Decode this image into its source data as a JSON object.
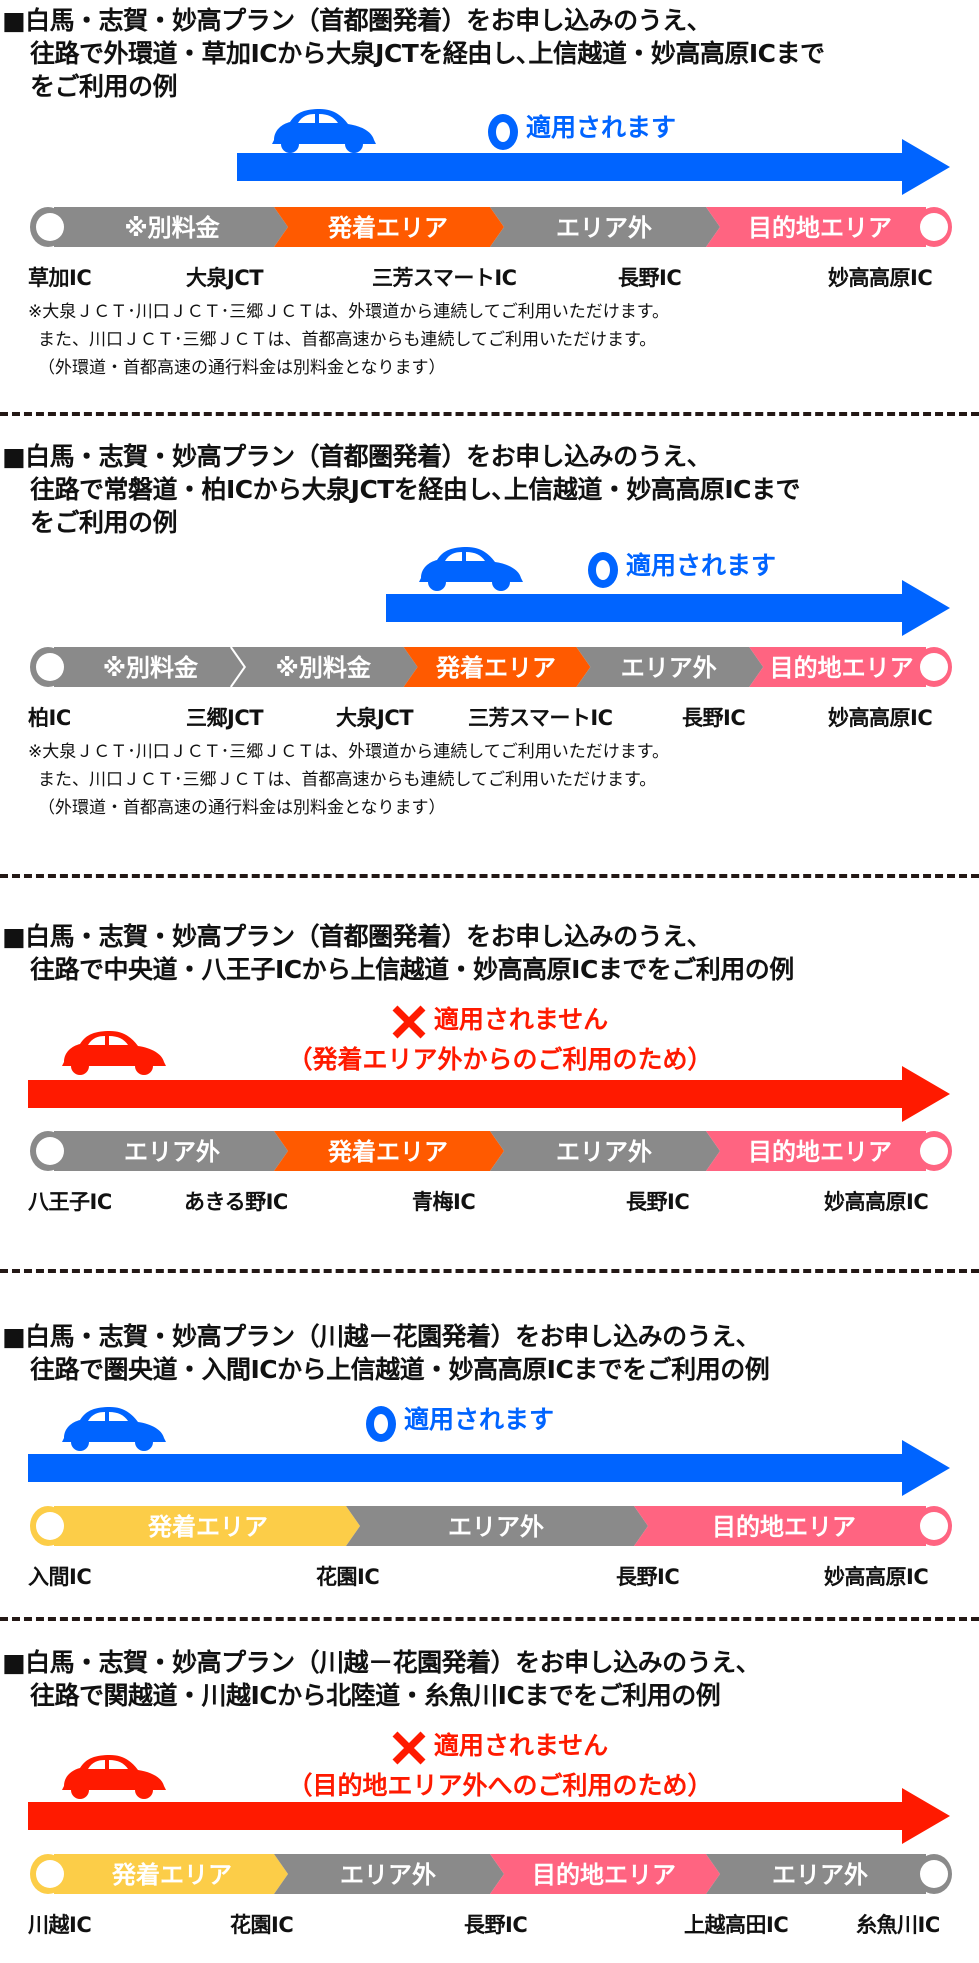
{
  "colors": {
    "applied": "#0064ff",
    "not_applied": "#ff1a00",
    "gray": "#8a8a8a",
    "departure_orange": "#ff5a00",
    "departure_yellow": "#fccd48",
    "destination_pink": "#ff6481",
    "divider": "#231815"
  },
  "examples": [
    {
      "title_lines": [
        "■白馬・志賀・妙高プラン（首都圏発着）をお申し込みのうえ、",
        "往路で外環道・草加ICから大泉JCTを経由し､上信越道・妙高高原ICまで",
        "をご利用の例"
      ],
      "status": {
        "type": "applied",
        "mark": "circle-icon",
        "text": "適用されます"
      },
      "segments": [
        {
          "label": "※別料金",
          "kind": "gray"
        },
        {
          "label": "発着エリア",
          "kind": "departure_orange"
        },
        {
          "label": "エリア外",
          "kind": "gray"
        },
        {
          "label": "目的地エリア",
          "kind": "destination_pink"
        }
      ],
      "stations": [
        "草加IC",
        "大泉JCT",
        "三芳スマートIC",
        "長野IC",
        "妙高高原IC"
      ],
      "notes": [
        "※大泉ＪＣＴ･川口ＪＣＴ･三郷ＪＣＴは、外環道から連続してご利用いただけます。",
        "また、川口ＪＣＴ･三郷ＪＣＴは、首都高速からも連続してご利用いただけます。",
        "（外環道・首都高速の通行料金は別料金となります）"
      ]
    },
    {
      "title_lines": [
        "■白馬・志賀・妙高プラン（首都圏発着）をお申し込みのうえ、",
        "往路で常磐道・柏ICから大泉JCTを経由し､上信越道・妙高高原ICまで",
        "をご利用の例"
      ],
      "status": {
        "type": "applied",
        "mark": "circle-icon",
        "text": "適用されます"
      },
      "segments": [
        {
          "label": "※別料金",
          "kind": "gray"
        },
        {
          "label": "※別料金",
          "kind": "gray"
        },
        {
          "label": "発着エリア",
          "kind": "departure_orange"
        },
        {
          "label": "エリア外",
          "kind": "gray"
        },
        {
          "label": "目的地エリア",
          "kind": "destination_pink"
        }
      ],
      "stations": [
        "柏IC",
        "三郷JCT",
        "大泉JCT",
        "三芳スマートIC",
        "長野IC",
        "妙高高原IC"
      ],
      "notes": [
        "※大泉ＪＣＴ･川口ＪＣＴ･三郷ＪＣＴは、外環道から連続してご利用いただけます。",
        "また、川口ＪＣＴ･三郷ＪＣＴは、首都高速からも連続してご利用いただけます。",
        "（外環道・首都高速の通行料金は別料金となります）"
      ]
    },
    {
      "title_lines": [
        "■白馬・志賀・妙高プラン（首都圏発着）をお申し込みのうえ、",
        "往路で中央道・八王子ICから上信越道・妙高高原ICまでをご利用の例"
      ],
      "status": {
        "type": "not_applied",
        "mark": "cross-icon",
        "text": "適用されません",
        "reason": "（発着エリア外からのご利用のため）"
      },
      "segments": [
        {
          "label": "エリア外",
          "kind": "gray"
        },
        {
          "label": "発着エリア",
          "kind": "departure_orange"
        },
        {
          "label": "エリア外",
          "kind": "gray"
        },
        {
          "label": "目的地エリア",
          "kind": "destination_pink"
        }
      ],
      "stations": [
        "八王子IC",
        "あきる野IC",
        "青梅IC",
        "長野IC",
        "妙高高原IC"
      ]
    },
    {
      "title_lines": [
        "■白馬・志賀・妙高プラン（川越－花園発着）をお申し込みのうえ、",
        "往路で圏央道・入間ICから上信越道・妙高高原ICまでをご利用の例"
      ],
      "status": {
        "type": "applied",
        "mark": "circle-icon",
        "text": "適用されます"
      },
      "segments": [
        {
          "label": "発着エリア",
          "kind": "departure_yellow"
        },
        {
          "label": "エリア外",
          "kind": "gray"
        },
        {
          "label": "目的地エリア",
          "kind": "destination_pink"
        }
      ],
      "stations": [
        "入間IC",
        "花園IC",
        "長野IC",
        "妙高高原IC"
      ]
    },
    {
      "title_lines": [
        "■白馬・志賀・妙高プラン（川越－花園発着）をお申し込みのうえ、",
        "往路で関越道・川越ICから北陸道・糸魚川ICまでをご利用の例"
      ],
      "status": {
        "type": "not_applied",
        "mark": "cross-icon",
        "text": "適用されません",
        "reason": "（目的地エリア外へのご利用のため）"
      },
      "segments": [
        {
          "label": "発着エリア",
          "kind": "departure_yellow"
        },
        {
          "label": "エリア外",
          "kind": "gray"
        },
        {
          "label": "目的地エリア",
          "kind": "destination_pink"
        },
        {
          "label": "エリア外",
          "kind": "gray"
        }
      ],
      "stations": [
        "川越IC",
        "花園IC",
        "長野IC",
        "上越高田IC",
        "糸魚川IC"
      ]
    }
  ]
}
